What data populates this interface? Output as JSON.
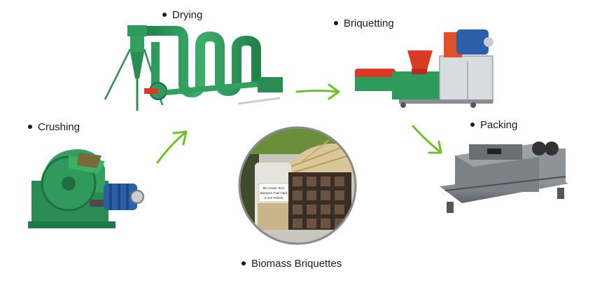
{
  "stages": {
    "drying": "Drying",
    "briquetting": "Briquetting",
    "crushing": "Crushing",
    "packing": "Packing",
    "product": "Biomass Briquettes"
  },
  "sign": {
    "line1": "Bio Green Tech",
    "line2": "Biomass Fuel Hard",
    "line3": "6 mm Pellets"
  },
  "colors": {
    "machine_green": "#2f9a5c",
    "arrow_green": "#6fbf2c",
    "red_accent": "#d93a24",
    "motor_blue": "#2b5fa8",
    "steel_grey": "#8a8f96"
  }
}
